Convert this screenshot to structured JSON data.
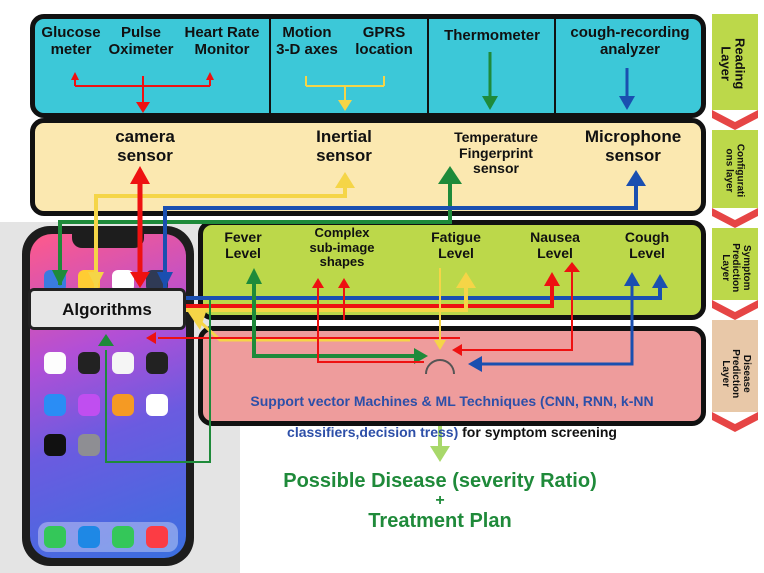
{
  "layers": {
    "reading": {
      "devices": [
        "Glucose\nmeter",
        "Pulse\nOximeter",
        "Heart Rate\nMonitor",
        "Motion\n3-D axes",
        "GPRS\nlocation",
        "Thermometer",
        "cough-recording\nanalyzer"
      ],
      "side_label": "Reading\nLayer"
    },
    "configuration": {
      "sensors": [
        "camera\nsensor",
        "Inertial\nsensor",
        "Temperature\nFingerprint\nsensor",
        "Microphone\nsensor"
      ],
      "side_label": "Configurati\nons layer"
    },
    "symptom": {
      "levels": [
        "Fever\nLevel",
        "Complex\nsub-image\nshapes",
        "Fatigue\nLevel",
        "Nausea\nLevel",
        "Cough\nLevel"
      ],
      "side_label": "Symptom\nPrediction\nLayer"
    },
    "disease": {
      "method_blue": "Support vector Machines & ML Techniques (CNN, RNN, k-NN",
      "method_blue_line2": "classifiers,decision tress)",
      "method_black": " for symptom screening",
      "side_label": "Disease\nPrediction\nLayer"
    }
  },
  "algorithms_label": "Algorithms",
  "output": {
    "line1": "Possible Disease (severity Ratio)",
    "plus": "+",
    "line2": "Treatment Plan"
  },
  "colors": {
    "reading_bg": "#3cc8d8",
    "config_bg": "#fbe8b0",
    "symptom_bg": "#bcd84a",
    "disease_bg": "#ee9c9c",
    "output_text": "#1f8a3a",
    "method_text": "#2d4fa8",
    "chevron": "#e64545"
  }
}
